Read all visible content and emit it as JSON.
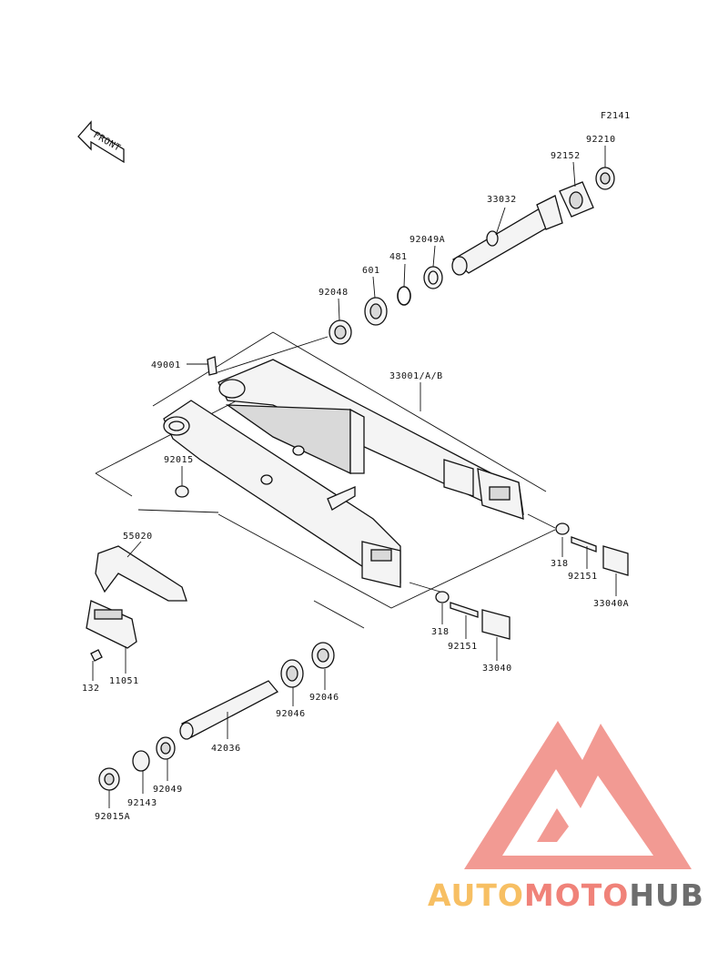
{
  "diagram": {
    "figure_code": "F2141",
    "front_arrow_label": "FRONT",
    "parts": [
      {
        "key": "p92210",
        "number": "92210"
      },
      {
        "key": "p92152",
        "number": "92152"
      },
      {
        "key": "p33032",
        "number": "33032"
      },
      {
        "key": "p92049A",
        "number": "92049A"
      },
      {
        "key": "p481",
        "number": "481"
      },
      {
        "key": "p601",
        "number": "601"
      },
      {
        "key": "p92048",
        "number": "92048"
      },
      {
        "key": "p49001",
        "number": "49001"
      },
      {
        "key": "p33001",
        "number": "33001/A/B"
      },
      {
        "key": "p92015",
        "number": "92015"
      },
      {
        "key": "p55020",
        "number": "55020"
      },
      {
        "key": "p318a",
        "number": "318"
      },
      {
        "key": "p92151a",
        "number": "92151"
      },
      {
        "key": "p33040A",
        "number": "33040A"
      },
      {
        "key": "p318b",
        "number": "318"
      },
      {
        "key": "p92151b",
        "number": "92151"
      },
      {
        "key": "p33040",
        "number": "33040"
      },
      {
        "key": "p132",
        "number": "132"
      },
      {
        "key": "p11051",
        "number": "11051"
      },
      {
        "key": "p92046a",
        "number": "92046"
      },
      {
        "key": "p92046b",
        "number": "92046"
      },
      {
        "key": "p42036",
        "number": "42036"
      },
      {
        "key": "p92049",
        "number": "92049"
      },
      {
        "key": "p92143",
        "number": "92143"
      },
      {
        "key": "p92015A",
        "number": "92015A"
      }
    ]
  },
  "watermark": {
    "part1": "AUTO",
    "part2": "MOTO",
    "part3": "HUB",
    "color_auto": "#f7bf63",
    "color_moto": "#f08279",
    "color_hub": "#6e6e6e",
    "logo_color": "#f08279"
  }
}
